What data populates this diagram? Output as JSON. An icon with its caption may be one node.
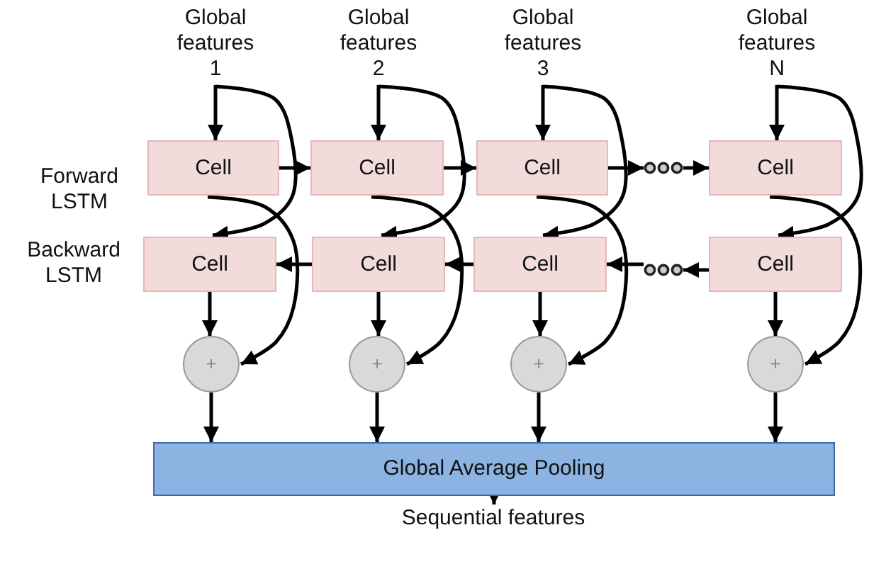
{
  "diagram": {
    "nodes": [
      {
        "text": [
          "Global features 1"
        ]
      },
      {
        "text": [
          "Global features 2"
        ]
      },
      {
        "text": [
          "Global features 3"
        ]
      },
      {
        "text": [
          "Global features N"
        ]
      },
      {
        "text": [
          "Cell"
        ]
      },
      {
        "text": [
          "Cell"
        ]
      },
      {
        "text": [
          "Cell"
        ]
      },
      {
        "text": [],
        "shape": "dots"
      },
      {
        "text": [
          "Cell"
        ]
      },
      {
        "text": [
          "Cell"
        ]
      },
      {
        "text": [
          "Cell"
        ]
      },
      {
        "text": [
          "Cell"
        ]
      },
      {
        "text": [],
        "shape": "dots"
      },
      {
        "text": [
          "Cell"
        ]
      },
      {
        "text": [
          "+"
        ]
      },
      {
        "text": [
          "+"
        ]
      },
      {
        "text": [
          "+"
        ]
      },
      {
        "text": [
          "+"
        ]
      },
      {
        "text": [
          "Global Average Pooling"
        ]
      },
      {
        "text": [
          "Sequential features"
        ]
      }
    ],
    "edges": [
      {
        "from": 0,
        "to": 4,
        "arrow": "to"
      },
      {
        "from": 1,
        "to": 5,
        "arrow": "to"
      },
      {
        "from": 2,
        "to": 6,
        "arrow": "to"
      },
      {
        "from": 3,
        "to": 8,
        "arrow": "to"
      },
      {
        "from": 0,
        "to": 9,
        "arrow": "to"
      },
      {
        "from": 1,
        "to": 10,
        "arrow": "to"
      },
      {
        "from": 2,
        "to": 11,
        "arrow": "to"
      },
      {
        "from": 3,
        "to": 13,
        "arrow": "to"
      },
      {
        "from": 4,
        "to": 5,
        "arrow": "to"
      },
      {
        "from": 5,
        "to": 6,
        "arrow": "to"
      },
      {
        "from": 6,
        "to": 7,
        "arrow": "to"
      },
      {
        "from": 7,
        "to": 8,
        "arrow": "to"
      },
      {
        "from": 10,
        "to": 9,
        "arrow": "to"
      },
      {
        "from": 11,
        "to": 10,
        "arrow": "to"
      },
      {
        "from": 12,
        "to": 11,
        "arrow": "to"
      },
      {
        "from": 13,
        "to": 12,
        "arrow": "to"
      },
      {
        "from": 9,
        "to": 14,
        "arrow": "to"
      },
      {
        "from": 10,
        "to": 15,
        "arrow": "to"
      },
      {
        "from": 11,
        "to": 16,
        "arrow": "to"
      },
      {
        "from": 13,
        "to": 17,
        "arrow": "to"
      },
      {
        "from": 4,
        "to": 14,
        "arrow": "to"
      },
      {
        "from": 5,
        "to": 15,
        "arrow": "to"
      },
      {
        "from": 6,
        "to": 16,
        "arrow": "to"
      },
      {
        "from": 8,
        "to": 17,
        "arrow": "to"
      },
      {
        "from": 14,
        "to": 18,
        "arrow": "to"
      },
      {
        "from": 15,
        "to": 18,
        "arrow": "to"
      },
      {
        "from": 16,
        "to": 18,
        "arrow": "to"
      },
      {
        "from": 17,
        "to": 18,
        "arrow": "to"
      },
      {
        "from": 18,
        "to": 19,
        "arrow": "to"
      }
    ],
    "labels": [
      "Forward LSTM",
      "Backward LSTM"
    ]
  }
}
